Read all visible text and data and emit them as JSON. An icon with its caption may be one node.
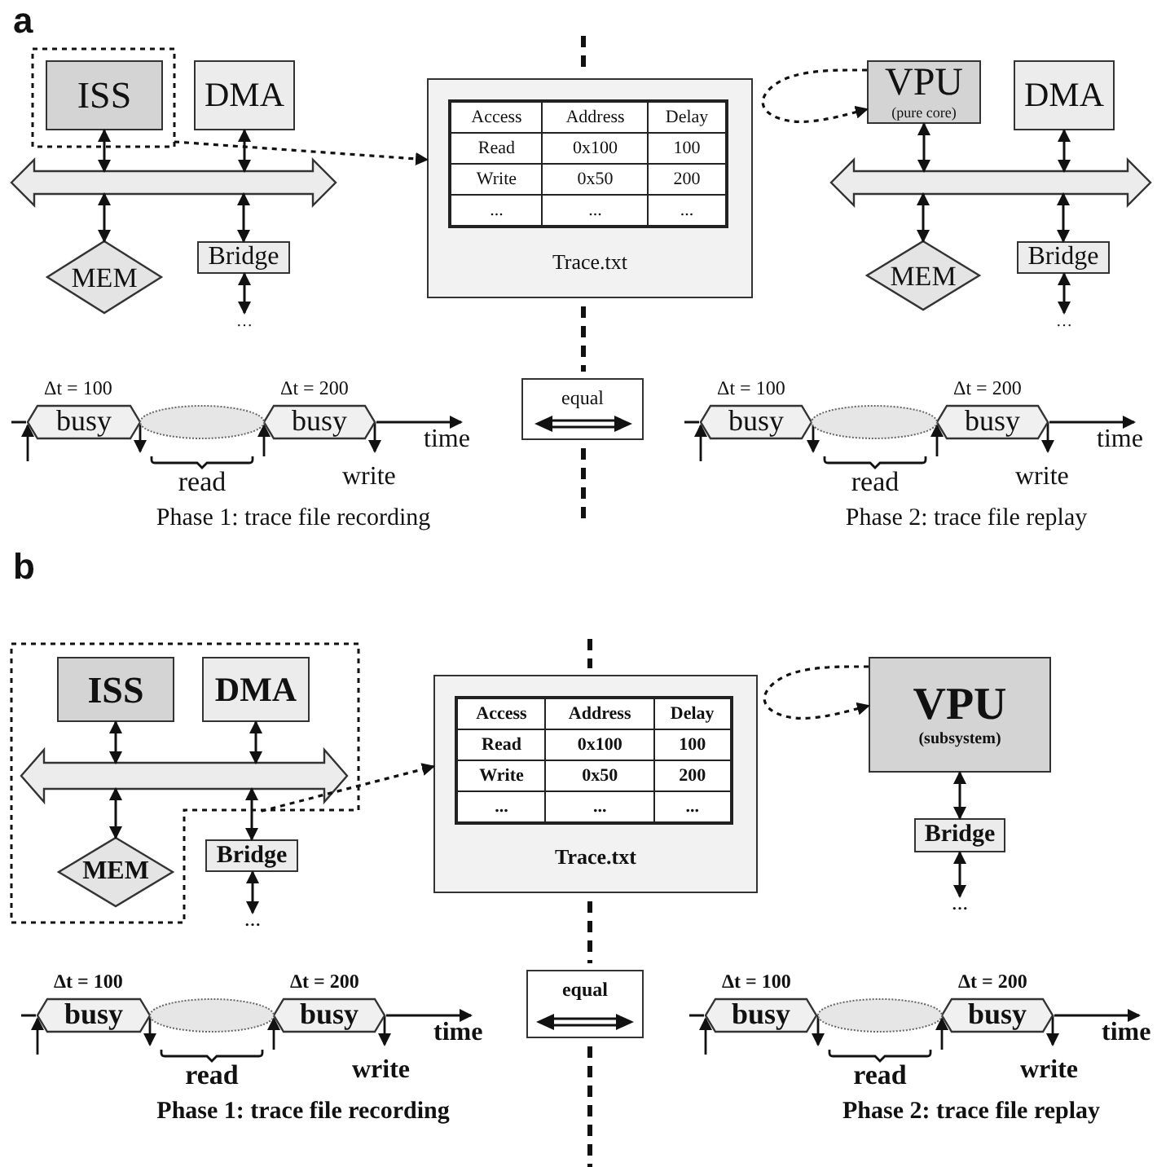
{
  "diagram": {
    "nodes": [
      {
        "text": [],
        "shape": "box"
      },
      {
        "text": [
          "ISS"
        ],
        "in": 0
      },
      {
        "text": [
          "DMA"
        ]
      },
      {
        "text": [],
        "shape": "bar"
      },
      {
        "text": [
          "MEM"
        ]
      },
      {
        "text": [
          "Bridge"
        ]
      },
      {
        "text": [
          "…"
        ]
      },
      {
        "text": [
          "Trace.txt"
        ]
      },
      {
        "text": [
          "VPU",
          "(pure core)"
        ]
      },
      {
        "text": [
          "DMA"
        ]
      },
      {
        "text": [],
        "shape": "bar"
      },
      {
        "text": [
          "MEM"
        ]
      },
      {
        "text": [
          "Bridge"
        ]
      },
      {
        "text": [
          "…"
        ]
      },
      {
        "text": [
          "busy"
        ],
        "beside": [
          "Δt = 100"
        ]
      },
      {
        "text": [
          "busy"
        ],
        "beside": [
          "Δt = 200"
        ]
      },
      {
        "text": [
          "equal"
        ]
      },
      {
        "text": [
          "busy"
        ],
        "beside": [
          "Δt = 100"
        ]
      },
      {
        "text": [
          "busy"
        ],
        "beside": [
          "Δt = 200"
        ]
      },
      {
        "text": [],
        "shape": "box"
      },
      {
        "text": [
          "ISS"
        ],
        "in": 19
      },
      {
        "text": [
          "DMA"
        ],
        "in": 19
      },
      {
        "text": [],
        "shape": "bar",
        "in": 19
      },
      {
        "text": [
          "MEM"
        ],
        "in": 19
      },
      {
        "text": [
          "Bridge"
        ]
      },
      {
        "text": [
          "…"
        ]
      },
      {
        "text": [
          "Trace.txt"
        ]
      },
      {
        "text": [
          "VPU",
          "(subsystem)"
        ]
      },
      {
        "text": [
          "Bridge"
        ]
      },
      {
        "text": [
          "…"
        ]
      },
      {
        "text": [
          "busy"
        ],
        "beside": [
          "Δt = 100"
        ]
      },
      {
        "text": [
          "busy"
        ],
        "beside": [
          "Δt = 200"
        ]
      },
      {
        "text": [
          "equal"
        ]
      },
      {
        "text": [
          "busy"
        ],
        "beside": [
          "Δt = 100"
        ]
      },
      {
        "text": [
          "busy"
        ],
        "beside": [
          "Δt = 200"
        ]
      },
      {
        "text": [],
        "shape": "ellipse"
      },
      {
        "text": [],
        "shape": "ellipse"
      },
      {
        "text": [],
        "shape": "ellipse"
      },
      {
        "text": [],
        "shape": "ellipse"
      }
    ],
    "edges": [
      {
        "from": 1,
        "to": 3,
        "arrow": "both"
      },
      {
        "from": 2,
        "to": 3,
        "arrow": "both"
      },
      {
        "from": 3,
        "to": 4,
        "arrow": "both"
      },
      {
        "from": 3,
        "to": 5,
        "arrow": "both"
      },
      {
        "from": 5,
        "to": 6,
        "arrow": "both"
      },
      {
        "from": 0,
        "to": 7,
        "arrow": "to",
        "style": "dashed"
      },
      {
        "from": 8,
        "to": 8,
        "arrow": "to",
        "style": "dashed"
      },
      {
        "from": 8,
        "to": 10,
        "arrow": "both"
      },
      {
        "from": 9,
        "to": 10,
        "arrow": "both"
      },
      {
        "from": 10,
        "to": 11,
        "arrow": "both"
      },
      {
        "from": 10,
        "to": 12,
        "arrow": "both"
      },
      {
        "from": 12,
        "to": 13,
        "arrow": "both"
      },
      {
        "from": 20,
        "to": 22,
        "arrow": "both"
      },
      {
        "from": 21,
        "to": 22,
        "arrow": "both"
      },
      {
        "from": 22,
        "to": 23,
        "arrow": "both"
      },
      {
        "from": 22,
        "to": 24,
        "arrow": "both"
      },
      {
        "from": 24,
        "to": 25,
        "arrow": "both"
      },
      {
        "from": 19,
        "to": 26,
        "arrow": "to",
        "style": "dashed"
      },
      {
        "from": 27,
        "to": 27,
        "arrow": "to",
        "style": "dashed"
      },
      {
        "from": 27,
        "to": 28,
        "arrow": "both"
      },
      {
        "from": 28,
        "to": 29,
        "arrow": "both"
      }
    ],
    "labels": [
      "a",
      "Access",
      "Address",
      "Delay",
      "Read",
      "0x100",
      "100",
      "Write",
      "0x50",
      "200",
      "...",
      "...",
      "...",
      "time",
      "read",
      "write",
      "Phase 1: trace file recording",
      "time",
      "read",
      "write",
      "Phase 2: trace file replay",
      "b",
      "Access",
      "Address",
      "Delay",
      "Read",
      "0x100",
      "100",
      "Write",
      "0x50",
      "200",
      "...",
      "...",
      "...",
      "time",
      "read",
      "write",
      "Phase 1: trace file recording",
      "time",
      "read",
      "write",
      "Phase 2: trace file replay"
    ]
  }
}
